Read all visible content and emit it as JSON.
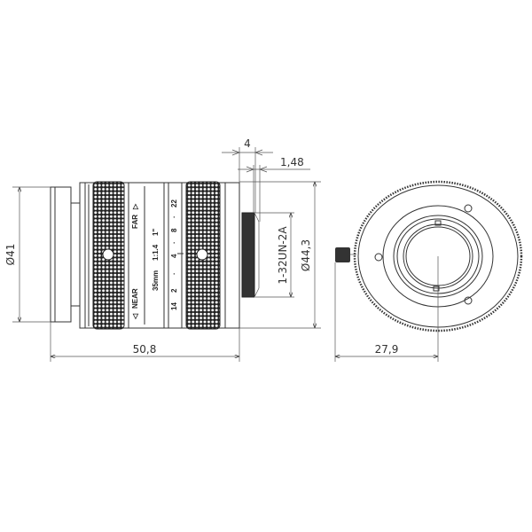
{
  "dimensions": {
    "front_diameter": "Ø41",
    "overall_length": "50,8",
    "flange_width": "4",
    "flange_offset": "1,48",
    "body_diameter": "Ø44,3",
    "mount_thread": "1-32UN-2A",
    "knob_offset": "27,9"
  },
  "lens_markings": {
    "far": "FAR",
    "near": "NEAR",
    "focal_length": "35mm",
    "aperture": "1:1.4",
    "format": "1\"",
    "f_scale": [
      "14",
      "2",
      "4",
      "8",
      "22"
    ]
  }
}
